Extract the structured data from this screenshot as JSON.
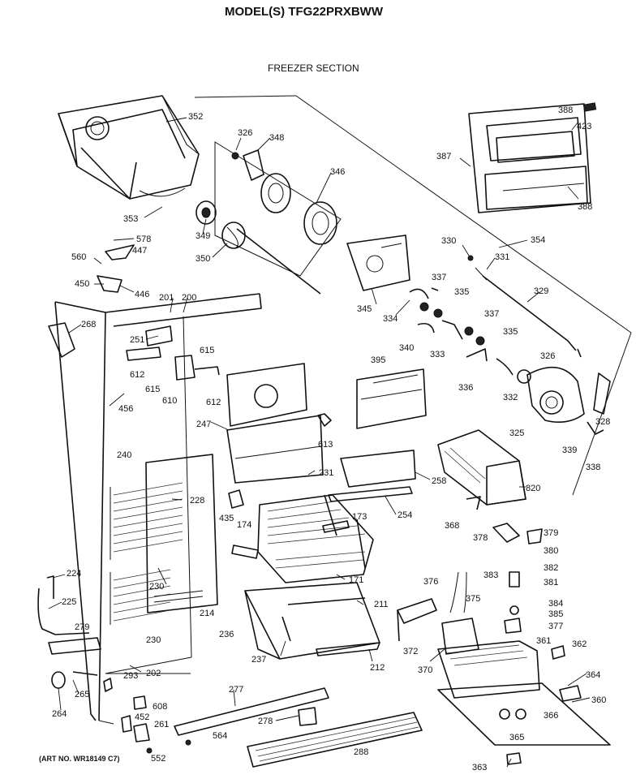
{
  "header": {
    "model_title": "MODEL(S) TFG22PRXBWW",
    "section_title": "FREEZER SECTION"
  },
  "footer": {
    "art_number": "(ART NO. WR18149 C7)"
  },
  "callouts": [
    "352",
    "326",
    "348",
    "346",
    "388",
    "423",
    "387",
    "388b",
    "353",
    "349",
    "350",
    "578",
    "447",
    "560",
    "450",
    "446",
    "330",
    "331",
    "354",
    "337",
    "335",
    "345",
    "334",
    "329",
    "201",
    "200",
    "268",
    "251",
    "612",
    "615",
    "615b",
    "610",
    "612b",
    "340",
    "333",
    "337b",
    "335b",
    "336",
    "332",
    "326b",
    "395",
    "456",
    "247",
    "613",
    "328",
    "325",
    "339",
    "338",
    "240",
    "228",
    "231",
    "258",
    "254",
    "820",
    "435",
    "174",
    "173",
    "368",
    "378",
    "379",
    "380",
    "382",
    "381",
    "383",
    "376",
    "375",
    "224",
    "230",
    "171",
    "225",
    "279",
    "214",
    "211",
    "384",
    "385",
    "377",
    "236",
    "230b",
    "372",
    "361",
    "362",
    "237",
    "212",
    "202",
    "370",
    "364",
    "265",
    "293",
    "264",
    "608",
    "277",
    "360",
    "452",
    "261",
    "278",
    "366",
    "365",
    "564",
    "552",
    "288",
    "363"
  ],
  "callout_text": {
    "352": "352",
    "326": "326",
    "348": "348",
    "346": "346",
    "388": "388",
    "423": "423",
    "387": "387",
    "388b": "388",
    "353": "353",
    "349": "349",
    "350": "350",
    "578": "578",
    "447": "447",
    "560": "560",
    "450": "450",
    "446": "446",
    "330": "330",
    "331": "331",
    "354": "354",
    "337": "337",
    "335": "335",
    "345": "345",
    "334": "334",
    "329": "329",
    "201": "201",
    "200": "200",
    "268": "268",
    "251": "251",
    "612": "612",
    "615": "615",
    "615b": "615",
    "610": "610",
    "612b": "612",
    "340": "340",
    "333": "333",
    "337b": "337",
    "335b": "335",
    "336": "336",
    "332": "332",
    "326b": "326",
    "395": "395",
    "456": "456",
    "247": "247",
    "613": "613",
    "328": "328",
    "325": "325",
    "339": "339",
    "338": "338",
    "240": "240",
    "228": "228",
    "231": "231",
    "258": "258",
    "254": "254",
    "820": "820",
    "435": "435",
    "174": "174",
    "173": "173",
    "368": "368",
    "378": "378",
    "379": "379",
    "380": "380",
    "382": "382",
    "381": "381",
    "383": "383",
    "376": "376",
    "375": "375",
    "224": "224",
    "230": "230",
    "171": "171",
    "225": "225",
    "279": "279",
    "214": "214",
    "211": "211",
    "384": "384",
    "385": "385",
    "377": "377",
    "236": "236",
    "230b": "230",
    "372": "372",
    "361": "361",
    "362": "362",
    "237": "237",
    "212": "212",
    "202": "202",
    "370": "370",
    "364": "364",
    "265": "265",
    "293": "293",
    "264": "264",
    "608": "608",
    "277": "277",
    "360": "360",
    "452": "452",
    "261": "261",
    "278": "278",
    "366": "366",
    "365": "365",
    "564": "564",
    "552": "552",
    "288": "288",
    "363": "363"
  }
}
